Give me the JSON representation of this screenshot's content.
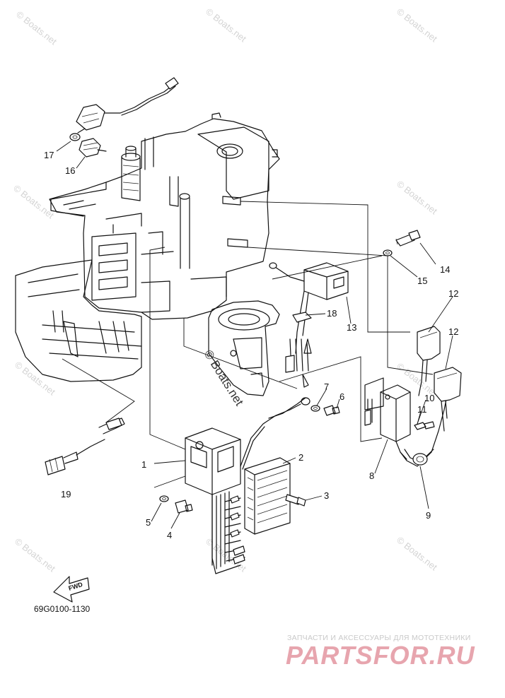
{
  "diagram_code": "69G0100-1130",
  "fwd_label": "FWD",
  "watermark_text": "© Boats.net",
  "watermark_center_text": "© Boats.net",
  "brand_tagline": "ЗАПЧАСТИ И АКСЕССУАРЫ ДЛЯ МОТОТЕХНИКИ",
  "brand_logo": "PARTSFOR.RU",
  "callouts": [
    "1",
    "2",
    "3",
    "4",
    "5",
    "6",
    "7",
    "8",
    "9",
    "10",
    "11",
    "12",
    "12",
    "13",
    "14",
    "15",
    "16",
    "17",
    "18",
    "19"
  ],
  "colors": {
    "line": "#111111",
    "watermark": "#d4d4d4",
    "brand": "#e7a5ae"
  }
}
